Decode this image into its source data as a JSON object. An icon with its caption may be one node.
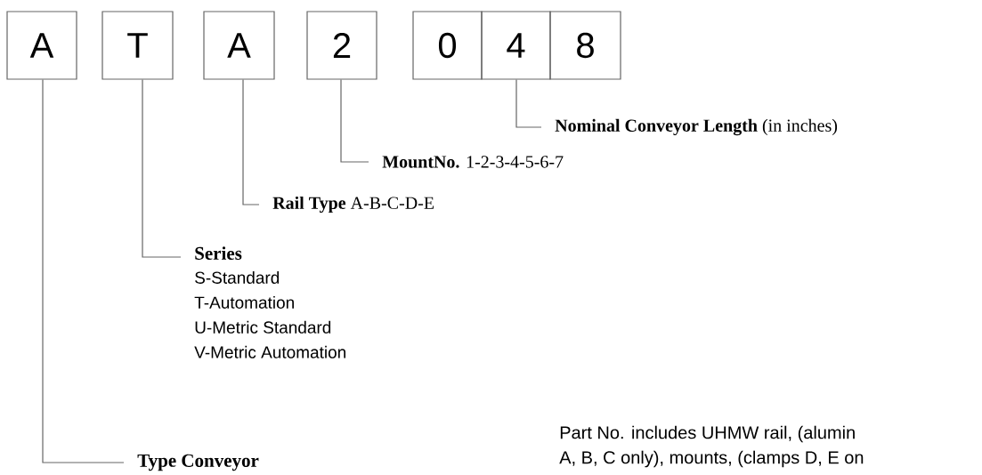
{
  "diagram": {
    "nodes": [
      {
        "text": [
          "A"
        ]
      },
      {
        "text": [
          "T"
        ]
      },
      {
        "text": [
          "A"
        ]
      },
      {
        "text": [
          "2"
        ]
      },
      {
        "text": [
          "0"
        ]
      },
      {
        "text": [
          "4"
        ]
      },
      {
        "text": [
          "8"
        ]
      },
      {
        "text": [
          "**Nominal Conveyor Length** (in inches)"
        ]
      },
      {
        "text": [
          "**MountNo.** 1-2-3-4-5-6-7"
        ]
      },
      {
        "text": [
          "**Rail Type** A-B-C-D-E"
        ]
      },
      {
        "text": [
          "Series",
          "S-Standard",
          "T-Automation",
          "U-Metric Standard",
          "V-Metric Automation"
        ]
      },
      {
        "text": [
          "Type Conveyor"
        ]
      }
    ],
    "edges": [
      {
        "from": 5,
        "to": 7,
        "arrow": "none"
      },
      {
        "from": 3,
        "to": 8,
        "arrow": "none"
      },
      {
        "from": 2,
        "to": 9,
        "arrow": "none"
      },
      {
        "from": 1,
        "to": 10,
        "arrow": "none"
      },
      {
        "from": 0,
        "to": 11,
        "arrow": "none"
      }
    ],
    "labels": [
      "Part No. includes UHMW rail, (alumin",
      "A, B, C only), mounts, (clamps D, E on"
    ]
  }
}
